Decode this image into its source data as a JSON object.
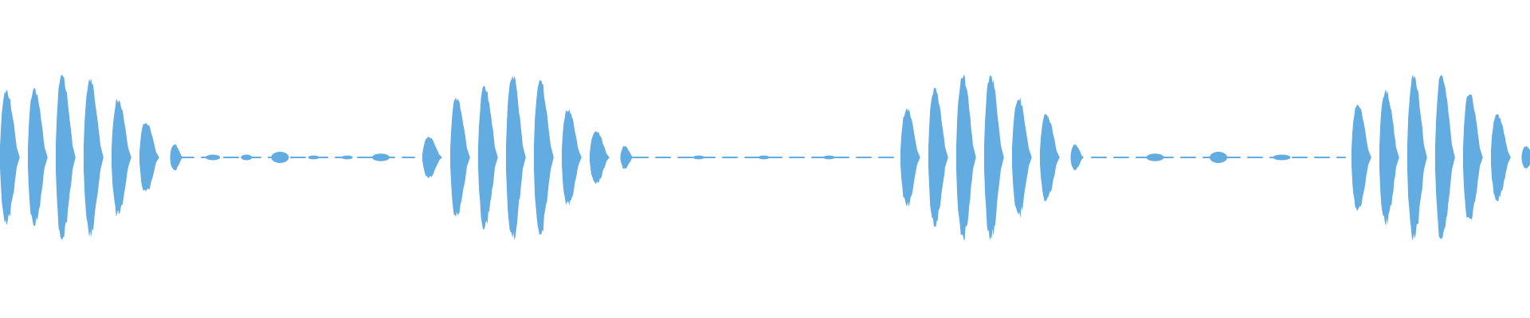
{
  "waveform": {
    "color": "#62ace2",
    "background": "#ffffff",
    "bursts": [
      {
        "pulses": [
          0.72,
          0.74,
          0.88,
          0.84,
          0.62,
          0.38,
          0.14
        ]
      },
      {
        "pulses": [
          0.22,
          0.64,
          0.76,
          0.88,
          0.82,
          0.52,
          0.28,
          0.12
        ]
      },
      {
        "pulses": [
          0.52,
          0.74,
          0.88,
          0.88,
          0.64,
          0.46,
          0.14
        ]
      },
      {
        "pulses": [
          0.56,
          0.72,
          0.88,
          0.88,
          0.7,
          0.46,
          0.12
        ]
      }
    ],
    "quiet_marks": [
      {
        "segment": 0,
        "kind": "small",
        "level": 0.03
      },
      {
        "segment": 0,
        "kind": "mark",
        "level": 0.03
      },
      {
        "segment": 0,
        "kind": "blob",
        "level": 0.06
      },
      {
        "segment": 0,
        "kind": "mark",
        "level": 0.02
      },
      {
        "segment": 0,
        "kind": "mark",
        "level": 0.02
      },
      {
        "segment": 0,
        "kind": "blob",
        "level": 0.04
      },
      {
        "segment": 1,
        "kind": "mark",
        "level": 0.02
      },
      {
        "segment": 1,
        "kind": "mark",
        "level": 0.02
      },
      {
        "segment": 1,
        "kind": "mark",
        "level": 0.02
      },
      {
        "segment": 2,
        "kind": "blob",
        "level": 0.04
      },
      {
        "segment": 2,
        "kind": "blob",
        "level": 0.06
      },
      {
        "segment": 2,
        "kind": "blob",
        "level": 0.03
      }
    ]
  }
}
